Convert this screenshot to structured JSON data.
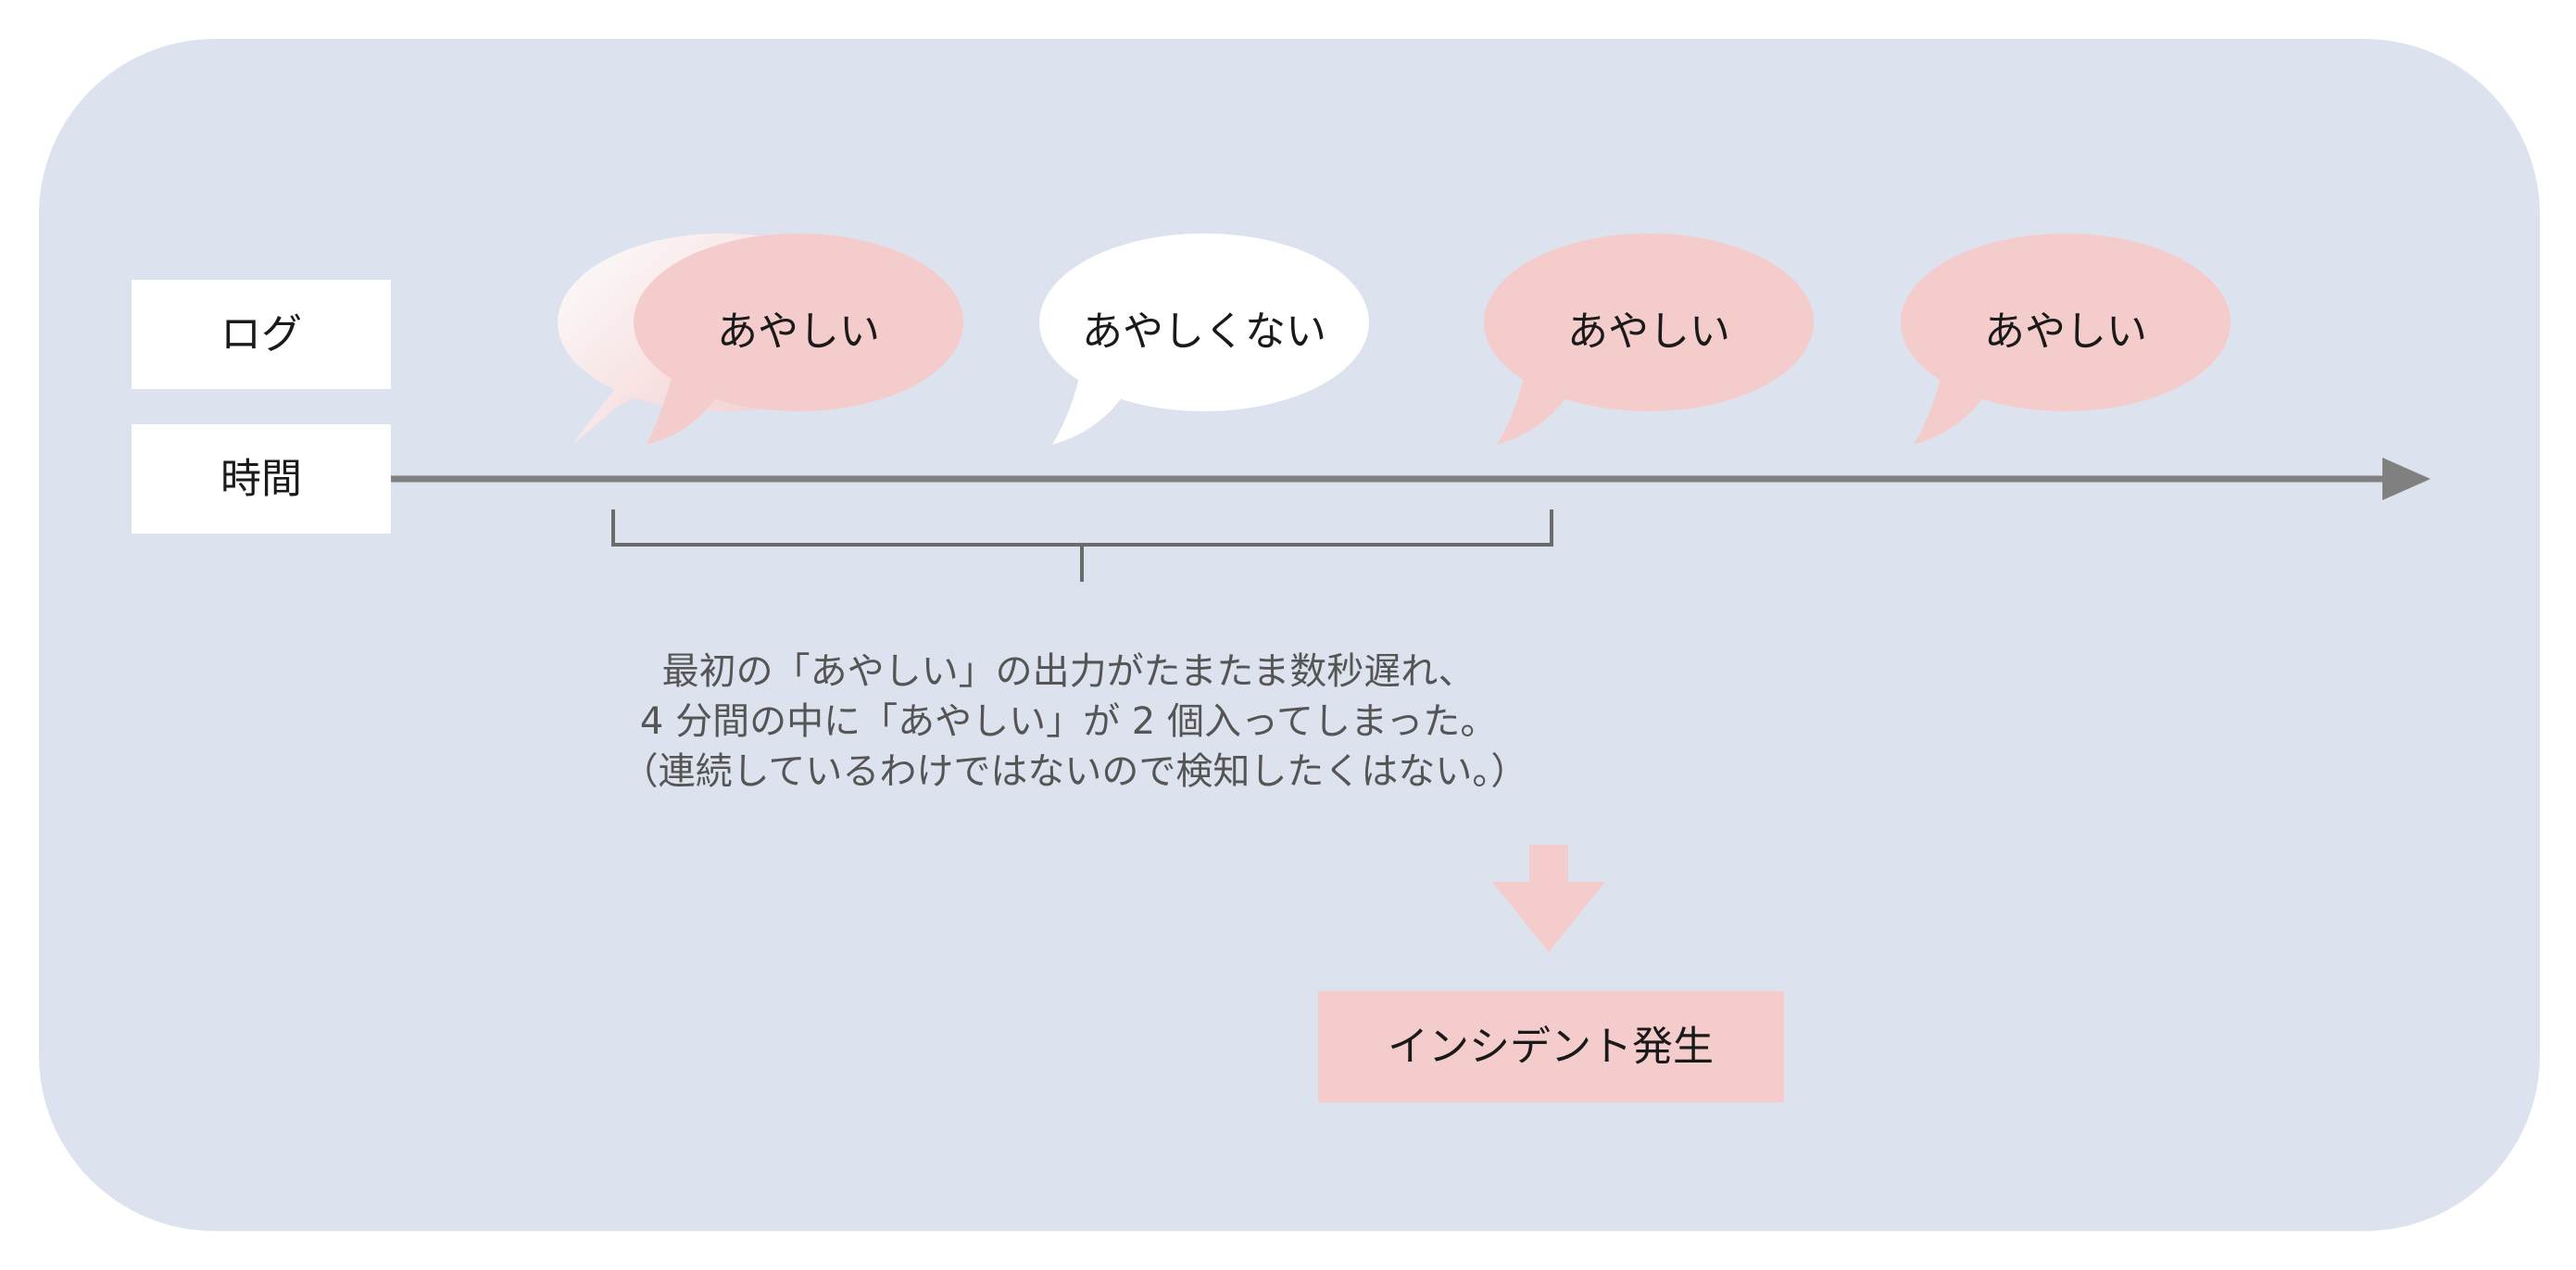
{
  "labels": {
    "log": "ログ",
    "time": "時間"
  },
  "bubbles": [
    {
      "text": "あやしい",
      "suspicious": true,
      "delayed_ghost": true
    },
    {
      "text": "あやしくない",
      "suspicious": false,
      "delayed_ghost": false
    },
    {
      "text": "あやしい",
      "suspicious": true,
      "delayed_ghost": false
    },
    {
      "text": "あやしい",
      "suspicious": true,
      "delayed_ghost": false
    }
  ],
  "note": {
    "lines": [
      "最初の「あやしい」の出力がたまたま数秒遅れ、",
      "4 分間の中に「あやしい」が 2 個入ってしまった。",
      "（連続しているわけではないので検知したくはない。）"
    ]
  },
  "result": {
    "label": "インシデント発生"
  },
  "colors": {
    "panel_background": "#dde3ee",
    "suspicious_bubble": "#f5cccc",
    "normal_bubble": "#ffffff",
    "timeline": "#808080",
    "bracket": "#6b6b6b",
    "result_box": "#f5cccc",
    "result_arrow": "#f5cccc"
  }
}
